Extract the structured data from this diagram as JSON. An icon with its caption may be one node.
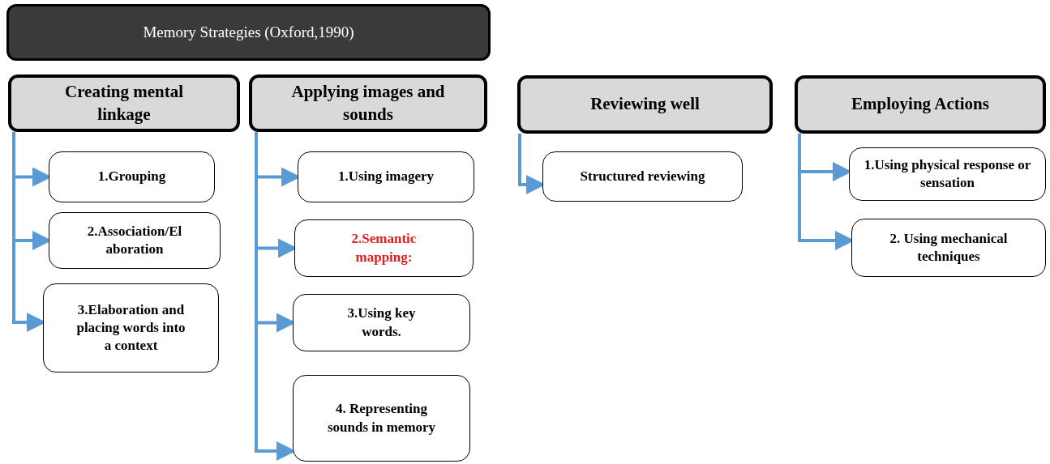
{
  "diagram": {
    "nodes": [
      {
        "text": [
          "Memory Strategies (Oxford,1990)"
        ]
      },
      {
        "text": [
          "Creating mental linkage"
        ]
      },
      {
        "text": [
          "Applying images and sounds"
        ]
      },
      {
        "text": [
          "Reviewing well"
        ]
      },
      {
        "text": [
          "Employing Actions"
        ]
      },
      {
        "text": [
          "1.Grouping"
        ]
      },
      {
        "text": [
          "2.Association/El aboration"
        ]
      },
      {
        "text": [
          "3.Elaboration and placing words into a context"
        ]
      },
      {
        "text": [
          "1.Using imagery"
        ]
      },
      {
        "text": [
          "2.Semantic mapping:"
        ]
      },
      {
        "text": [
          "3.Using key words."
        ]
      },
      {
        "text": [
          "4. Representing sounds in memory"
        ]
      },
      {
        "text": [
          "Structured reviewing"
        ]
      },
      {
        "text": [
          "1.Using physical response or sensation"
        ]
      },
      {
        "text": [
          "2. Using mechanical techniques"
        ]
      }
    ],
    "edges": [
      {
        "from": 1,
        "to": 5,
        "arrow": "to"
      },
      {
        "from": 1,
        "to": 6,
        "arrow": "to"
      },
      {
        "from": 1,
        "to": 7,
        "arrow": "to"
      },
      {
        "from": 2,
        "to": 8,
        "arrow": "to"
      },
      {
        "from": 2,
        "to": 9,
        "arrow": "to"
      },
      {
        "from": 2,
        "to": 10,
        "arrow": "to"
      },
      {
        "from": 2,
        "to": 11,
        "arrow": "to"
      },
      {
        "from": 3,
        "to": 12,
        "arrow": "to"
      },
      {
        "from": 4,
        "to": 13,
        "arrow": "to"
      },
      {
        "from": 4,
        "to": 14,
        "arrow": "to"
      }
    ]
  }
}
